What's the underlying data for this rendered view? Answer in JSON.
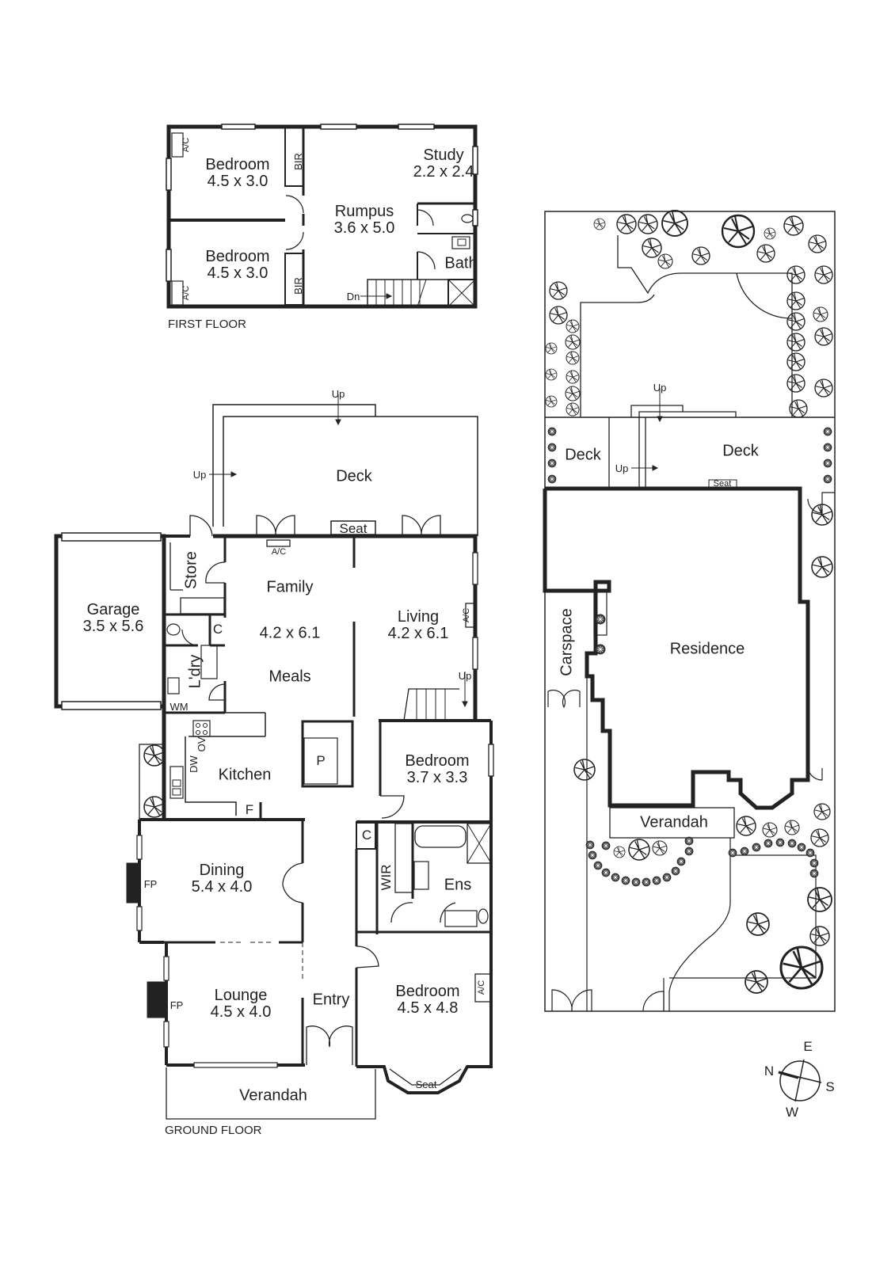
{
  "first_floor": {
    "caption": "FIRST FLOOR",
    "rooms": [
      {
        "name": "Bedroom",
        "size": "4.5 x 3.0"
      },
      {
        "name": "Bedroom",
        "size": "4.5 x 3.0"
      },
      {
        "name": "Rumpus",
        "size": "3.6 x 5.0"
      },
      {
        "name": "Study",
        "size": "2.2 x 2.4"
      },
      {
        "name": "Bath",
        "size": ""
      }
    ],
    "fixtures": {
      "bir_1": "BIR",
      "bir_2": "BIR",
      "ac_1": "A/C",
      "ac_2": "A/C",
      "stairs": "Dn"
    }
  },
  "ground_floor": {
    "caption": "GROUND FLOOR",
    "rooms": [
      {
        "name": "Deck",
        "size": ""
      },
      {
        "name": "Garage",
        "size": "3.5 x 5.6"
      },
      {
        "name": "Store",
        "size": ""
      },
      {
        "name": "Family",
        "size": "4.2 x 6.1"
      },
      {
        "name": "Meals",
        "size": ""
      },
      {
        "name": "Living",
        "size": "4.2 x 6.1"
      },
      {
        "name": "L'dry",
        "size": ""
      },
      {
        "name": "Kitchen",
        "size": ""
      },
      {
        "name": "Bedroom",
        "size": "3.7 x 3.3"
      },
      {
        "name": "Dining",
        "size": "5.4 x 4.0"
      },
      {
        "name": "Ens",
        "size": ""
      },
      {
        "name": "Lounge",
        "size": "4.5 x 4.0"
      },
      {
        "name": "Entry",
        "size": ""
      },
      {
        "name": "Bedroom",
        "size": "4.5 x 4.8"
      },
      {
        "name": "Verandah",
        "size": ""
      }
    ],
    "fixtures": {
      "up_top": "Up",
      "up_left": "Up",
      "up_stairs": "Up",
      "seat_deck": "Seat",
      "seat_bay": "Seat",
      "ac_family": "A/C",
      "ac_living": "A/C",
      "ac_bedroom": "A/C",
      "c_laundry": "C",
      "c_ens": "C",
      "wm": "WM",
      "ov": "OV",
      "dw": "DW",
      "pantry": "P",
      "fridge": "F",
      "fp_dining": "FP",
      "fp_lounge": "FP",
      "wir": "WIR"
    }
  },
  "site_plan": {
    "labels": {
      "deck_left": "Deck",
      "deck_right": "Deck",
      "up_top": "Up",
      "up_left": "Up",
      "seat": "Seat",
      "residence": "Residence",
      "carspace": "Carspace",
      "verandah": "Verandah"
    }
  },
  "compass": {
    "n": "N",
    "e": "E",
    "s": "S",
    "w": "W"
  }
}
